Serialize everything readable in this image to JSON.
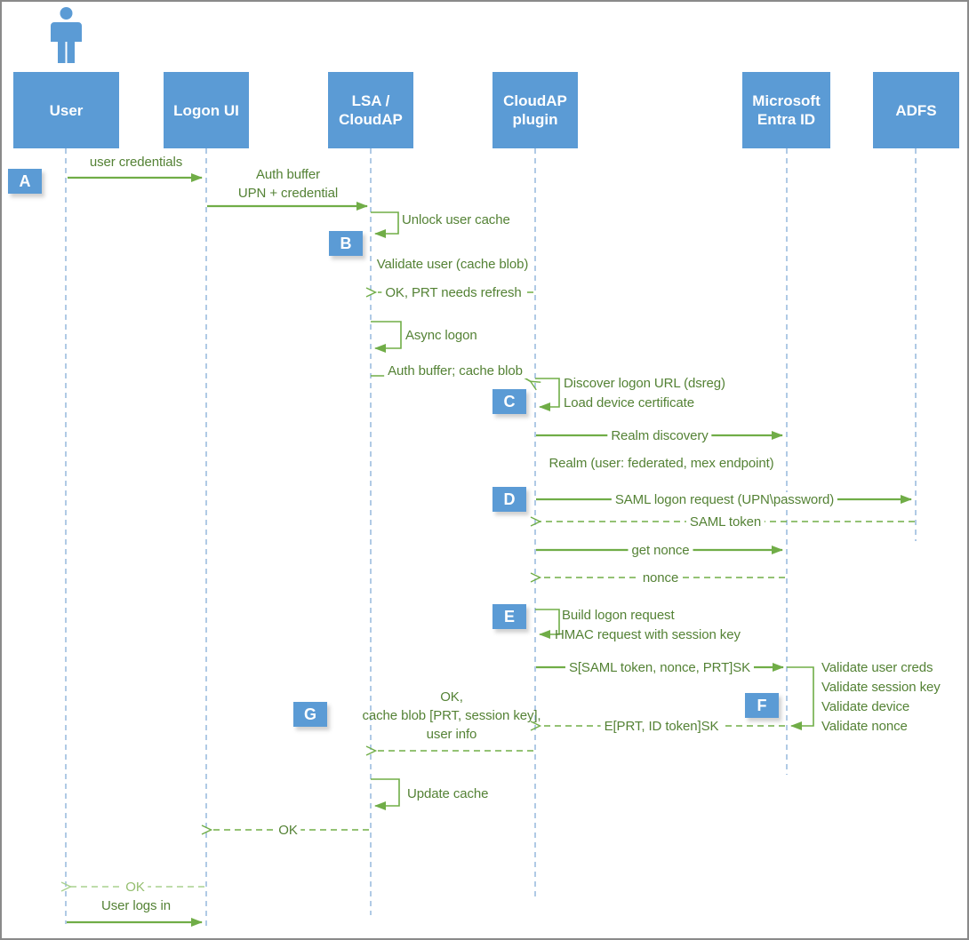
{
  "diagram": {
    "type": "sequence-diagram",
    "topic": "Windows sign-in with federated authentication (Microsoft Entra ID / ADFS)",
    "colors": {
      "actor_fill": "#5B9BD5",
      "arrow_green": "#70AD47",
      "arrow_light_green": "#A9D18E",
      "label_green": "#548235",
      "lifeline_blue": "#8FB4DA"
    },
    "actors": [
      {
        "id": "user",
        "lines": [
          "User"
        ]
      },
      {
        "id": "logon-ui",
        "lines": [
          "Logon UI"
        ]
      },
      {
        "id": "lsa-cloudap",
        "lines": [
          "LSA /",
          "CloudAP"
        ]
      },
      {
        "id": "cloudap-plugin",
        "lines": [
          "CloudAP",
          "plugin"
        ]
      },
      {
        "id": "entra-id",
        "lines": [
          "Microsoft",
          "Entra ID"
        ]
      },
      {
        "id": "adfs",
        "lines": [
          "ADFS"
        ]
      }
    ],
    "markers": [
      "A",
      "B",
      "C",
      "D",
      "E",
      "F",
      "G"
    ],
    "messages": {
      "user_credentials": "user credentials",
      "auth_buffer": [
        "Auth buffer",
        "UPN + credential"
      ],
      "unlock_user_cache": "Unlock user cache",
      "validate_user": "Validate user (cache blob)",
      "ok_prt_refresh": "OK, PRT needs refresh",
      "async_logon": "Async logon",
      "auth_buffer_cache_blob": "Auth buffer; cache blob",
      "discover_logon_url": "Discover logon URL (dsreg)",
      "load_device_certificate": "Load device certificate",
      "realm_discovery": "Realm discovery",
      "realm_response": "Realm (user: federated, mex endpoint)",
      "saml_logon_request": "SAML logon request (UPN\\password)",
      "saml_token": "SAML token",
      "get_nonce": "get nonce",
      "nonce": "nonce",
      "build_logon_request": "Build logon request",
      "hmac_request": "HMAC request with session key",
      "s_saml_token_nonce_prt": "S[SAML token, nonce, PRT]SK",
      "validate_user_creds": "Validate user creds",
      "validate_session_key": "Validate session key",
      "validate_device": "Validate device",
      "validate_nonce": "Validate nonce",
      "ok_cache_blob": [
        "OK,",
        "cache blob [PRT, session key],",
        "user info"
      ],
      "e_prt_id_token": "E[PRT, ID token]SK",
      "update_cache": "Update cache",
      "ok_to_logon_ui": "OK",
      "ok_to_user": "OK",
      "user_logs_in": "User logs in"
    }
  }
}
